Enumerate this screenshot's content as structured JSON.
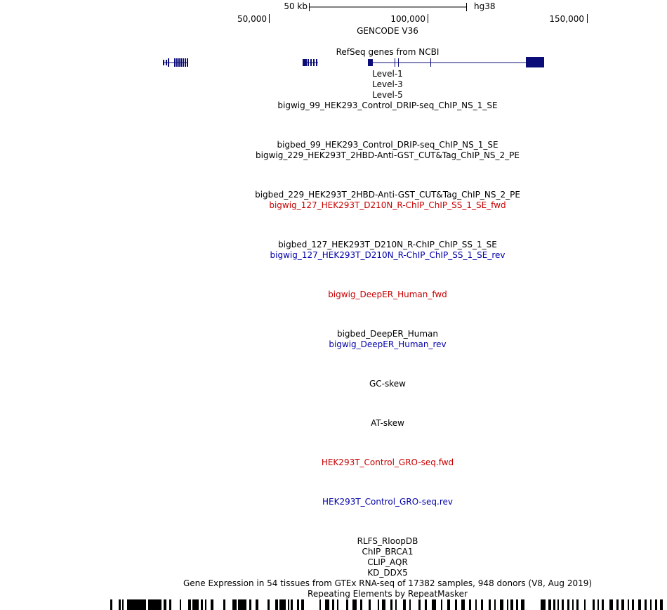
{
  "browser": {
    "scale_label": "50 kb",
    "assembly": "hg38",
    "coordinates": [
      "50,000",
      "100,000",
      "150,000"
    ]
  },
  "tracks": [
    {
      "label": "GENCODE V36",
      "color": "black"
    },
    {
      "label": "RefSeq genes from NCBI",
      "color": "black"
    },
    {
      "label": "Level-1",
      "color": "black"
    },
    {
      "label": "Level-3",
      "color": "black"
    },
    {
      "label": "Level-5",
      "color": "black"
    },
    {
      "label": "bigwig_99_HEK293_Control_DRIP-seq_ChIP_NS_1_SE",
      "color": "black"
    },
    {
      "label": "bigbed_99_HEK293_Control_DRIP-seq_ChIP_NS_1_SE",
      "color": "black"
    },
    {
      "label": "bigwig_229_HEK293T_2HBD-Anti-GST_CUT&Tag_ChIP_NS_2_PE",
      "color": "black"
    },
    {
      "label": "bigbed_229_HEK293T_2HBD-Anti-GST_CUT&Tag_ChIP_NS_2_PE",
      "color": "black"
    },
    {
      "label": "bigwig_127_HEK293T_D210N_R-ChIP_ChIP_SS_1_SE_fwd",
      "color": "red"
    },
    {
      "label": "bigbed_127_HEK293T_D210N_R-ChIP_ChIP_SS_1_SE",
      "color": "black"
    },
    {
      "label": "bigwig_127_HEK293T_D210N_R-ChIP_ChIP_SS_1_SE_rev",
      "color": "blue"
    },
    {
      "label": "bigwig_DeepER_Human_fwd",
      "color": "red"
    },
    {
      "label": "bigbed_DeepER_Human",
      "color": "black"
    },
    {
      "label": "bigwig_DeepER_Human_rev",
      "color": "blue"
    },
    {
      "label": "GC-skew",
      "color": "black"
    },
    {
      "label": "AT-skew",
      "color": "black"
    },
    {
      "label": "HEK293T_Control_GRO-seq.fwd",
      "color": "red"
    },
    {
      "label": "HEK293T_Control_GRO-seq.rev",
      "color": "blue"
    },
    {
      "label": "RLFS_RloopDB",
      "color": "black"
    },
    {
      "label": "ChIP_BRCA1",
      "color": "black"
    },
    {
      "label": "CLIP_AQR",
      "color": "black"
    },
    {
      "label": "KD_DDX5",
      "color": "black"
    },
    {
      "label": "Gene Expression in 54 tissues from GTEx RNA-seq of 17382 samples, 948 donors (V8, Aug 2019)",
      "color": "black"
    },
    {
      "label": "Repeating Elements by RepeatMasker",
      "color": "black"
    }
  ],
  "colors": {
    "gene": "#0c0c78",
    "red_track": "#c80000",
    "blue_track": "#0000aa"
  }
}
